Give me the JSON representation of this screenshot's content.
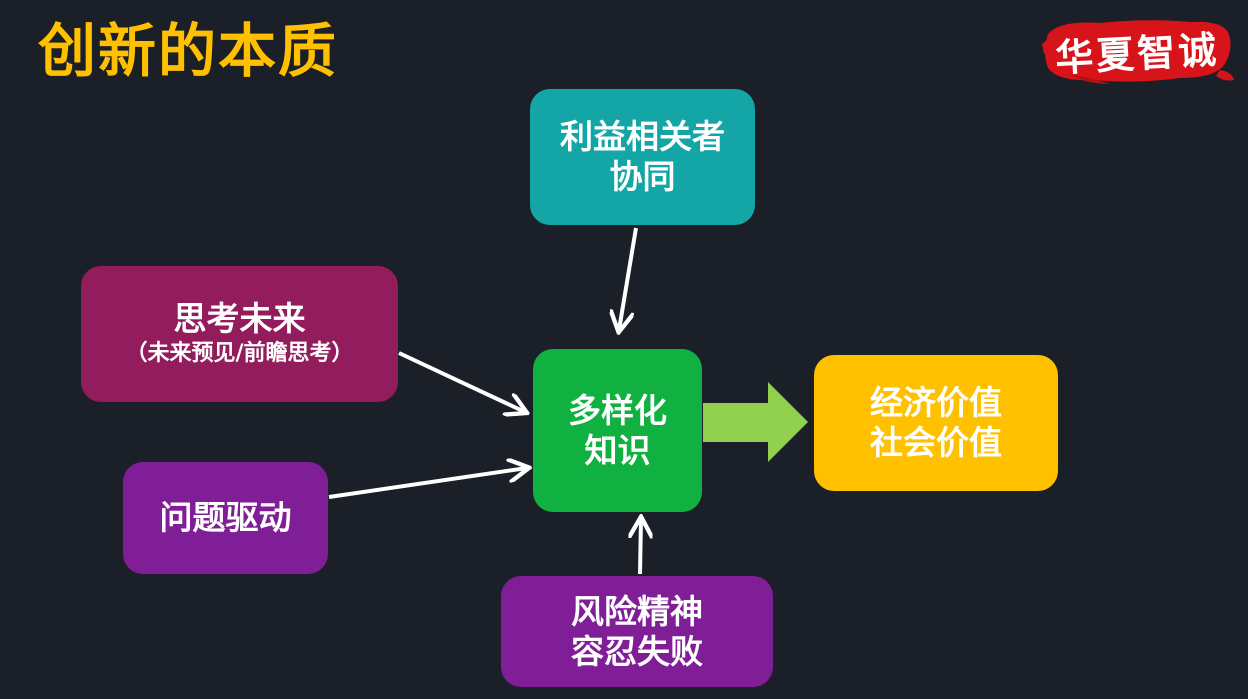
{
  "title": "创新的本质",
  "logo": {
    "text": "华夏智诚",
    "color": "#d8141b"
  },
  "nodes": {
    "stakeholder": {
      "line1": "利益相关者",
      "line2": "协同",
      "color": "#14a6a6"
    },
    "future": {
      "line1": "思考未来",
      "line2": "（未来预见/前瞻思考）",
      "color": "#931c5c"
    },
    "problem": {
      "line1": "问题驱动",
      "color": "#7f1e97"
    },
    "knowledge": {
      "line1": "多样化",
      "line2": "知识",
      "color": "#10b141"
    },
    "value": {
      "line1": "经济价值",
      "line2": "社会价值",
      "color": "#ffc000"
    },
    "risk": {
      "line1": "风险精神",
      "line2": "容忍失败",
      "color": "#7f1e97"
    }
  },
  "colors": {
    "background": "#1b1f27",
    "title": "#ffc000",
    "arrow": "#ffffff",
    "output_arrow": "#92d050"
  }
}
